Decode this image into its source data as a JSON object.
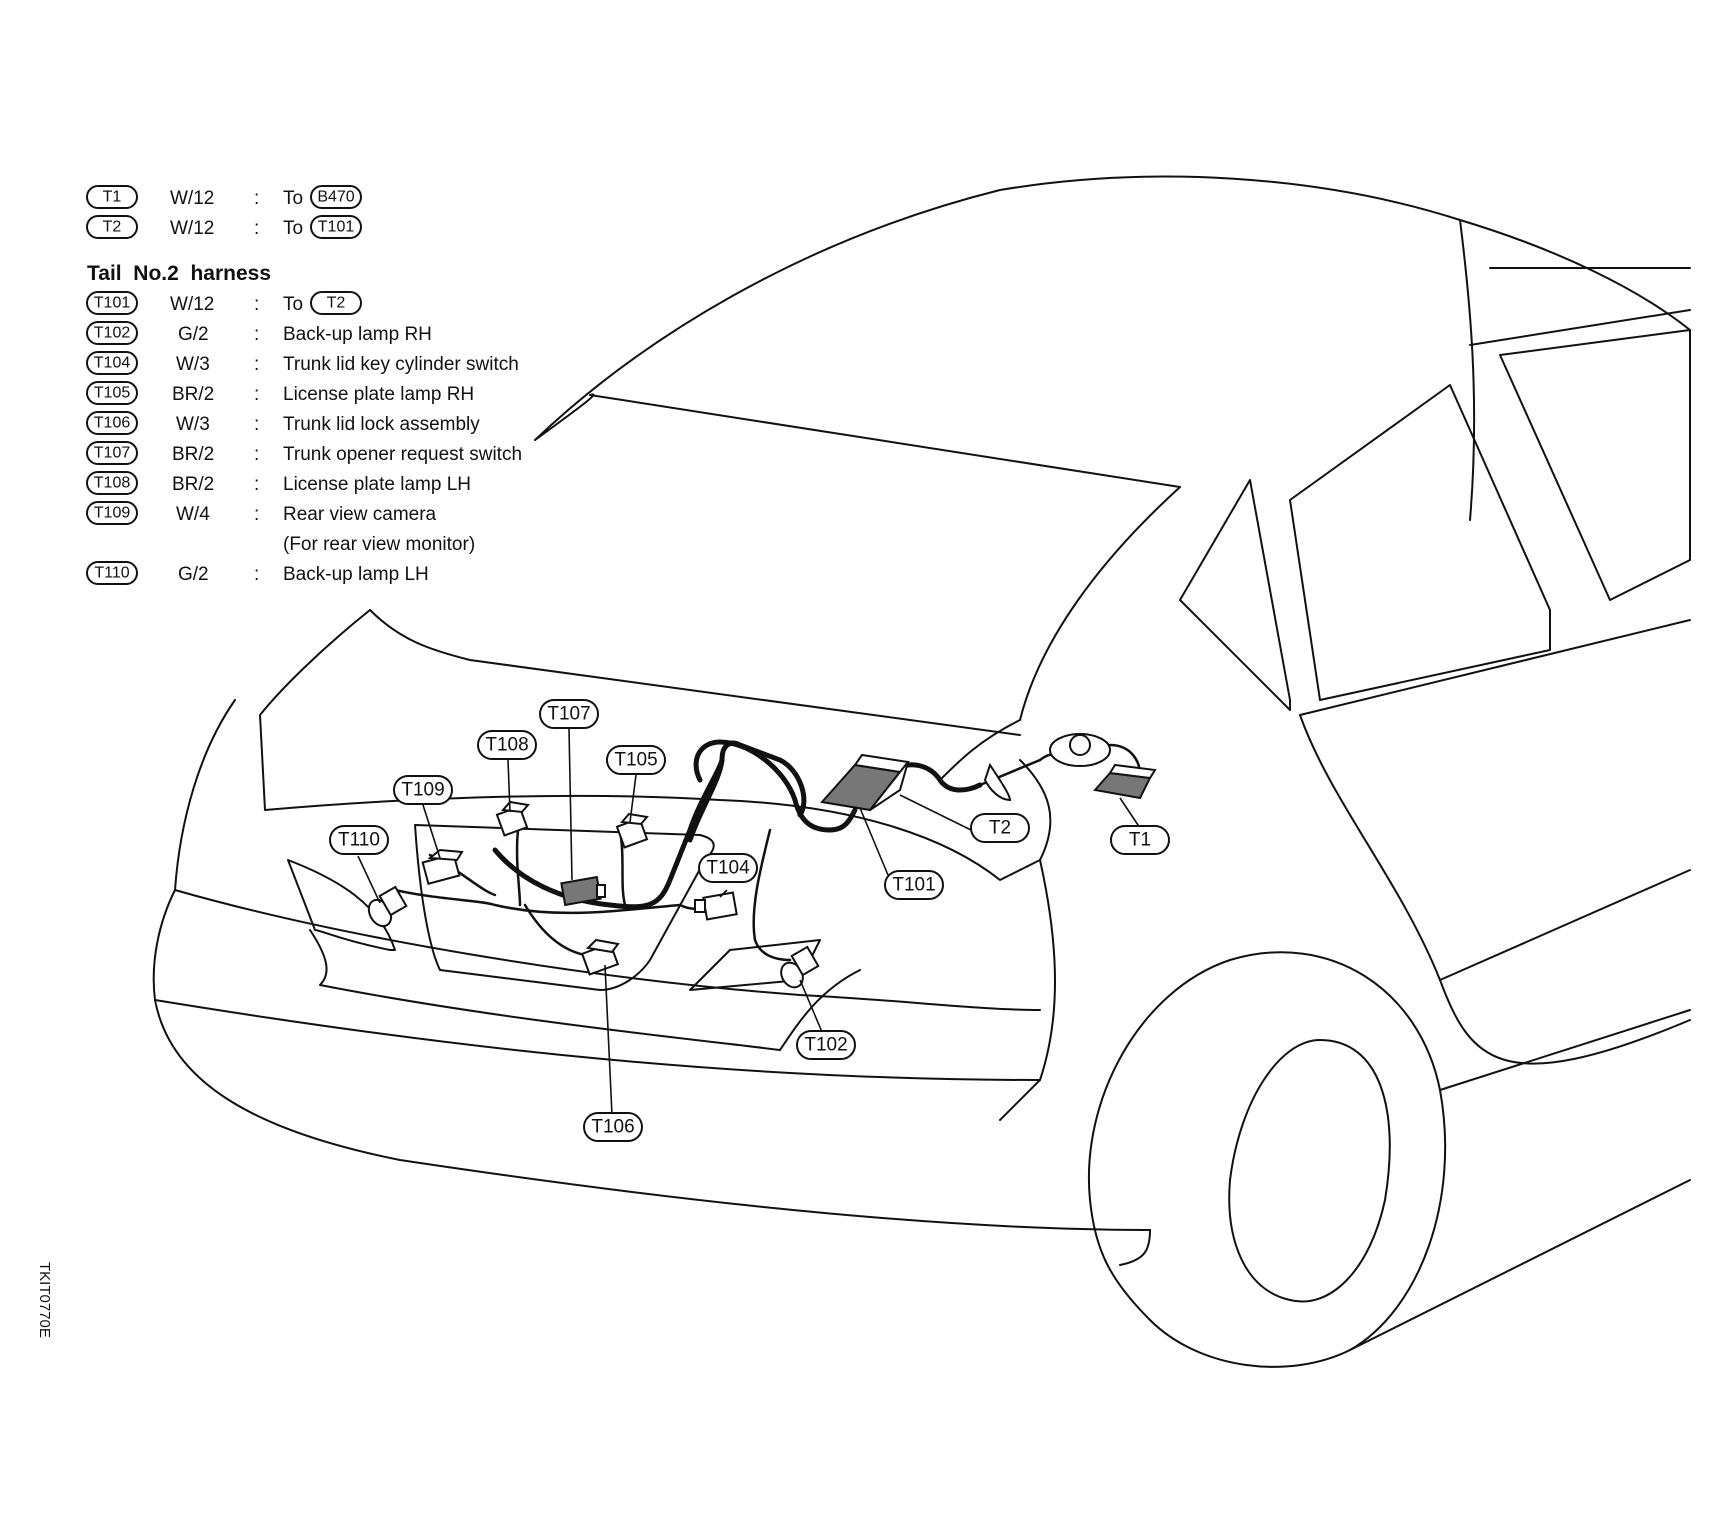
{
  "upper_legend": [
    {
      "id": "T1",
      "spec": "W/12",
      "sep": ":",
      "prefix": "To",
      "target": "B470"
    },
    {
      "id": "T2",
      "spec": "W/12",
      "sep": ":",
      "prefix": "To",
      "target": "T101"
    }
  ],
  "harness_title": "Tail  No.2  harness",
  "harness_legend": [
    {
      "id": "T101",
      "spec": "W/12",
      "sep": ":",
      "prefix": "To",
      "target": "T2"
    },
    {
      "id": "T102",
      "spec": "G/2",
      "sep": ":",
      "desc": "Back-up lamp RH"
    },
    {
      "id": "T104",
      "spec": "W/3",
      "sep": ":",
      "desc": "Trunk lid key cylinder switch"
    },
    {
      "id": "T105",
      "spec": "BR/2",
      "sep": ":",
      "desc": "License plate lamp RH"
    },
    {
      "id": "T106",
      "spec": "W/3",
      "sep": ":",
      "desc": "Trunk lid lock assembly"
    },
    {
      "id": "T107",
      "spec": "BR/2",
      "sep": ":",
      "desc": "Trunk opener request switch"
    },
    {
      "id": "T108",
      "spec": "BR/2",
      "sep": ":",
      "desc": "License plate lamp LH"
    },
    {
      "id": "T109",
      "spec": "W/4",
      "sep": ":",
      "desc": "Rear view camera",
      "note": "(For rear view monitor)"
    },
    {
      "id": "T110",
      "spec": "G/2",
      "sep": ":",
      "desc": "Back-up lamp LH"
    }
  ],
  "callouts": {
    "t107": "T107",
    "t108": "T108",
    "t105": "T105",
    "t109": "T109",
    "t110": "T110",
    "t104": "T104",
    "t2": "T2",
    "t1": "T1",
    "t101": "T101",
    "t102": "T102",
    "t106": "T106"
  },
  "figure_code": "TKIT0770E"
}
